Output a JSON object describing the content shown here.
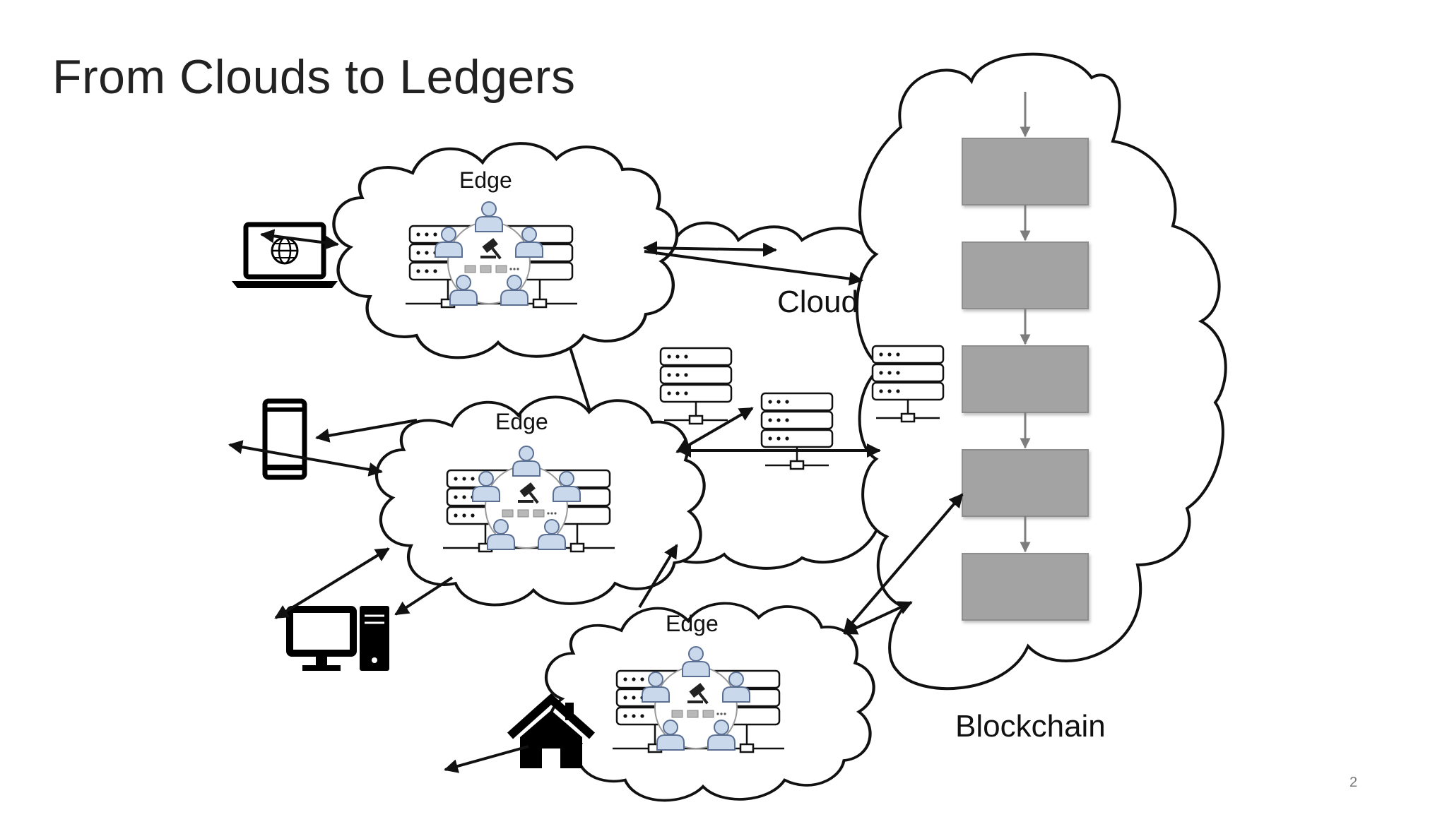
{
  "slide": {
    "title": "From Clouds to Ledgers",
    "page_number": "2"
  },
  "labels": {
    "edge_top": "Edge",
    "edge_middle": "Edge",
    "edge_bottom": "Edge",
    "cloud": "Cloud",
    "blockchain": "Blockchain"
  },
  "icons": [
    "laptop-globe-icon",
    "smartphone-icon",
    "desktop-computer-icon",
    "house-icon",
    "server-rack-icon",
    "users-group-icon",
    "gavel-icon",
    "block-icon"
  ],
  "colors": {
    "block_fill": "#a3a3a3",
    "block_stroke": "#8d8d8d",
    "person_fill": "#cad8ec",
    "person_stroke": "#5a6f92",
    "link_stroke": "#111111",
    "chain_link": "#7d7d7d"
  }
}
